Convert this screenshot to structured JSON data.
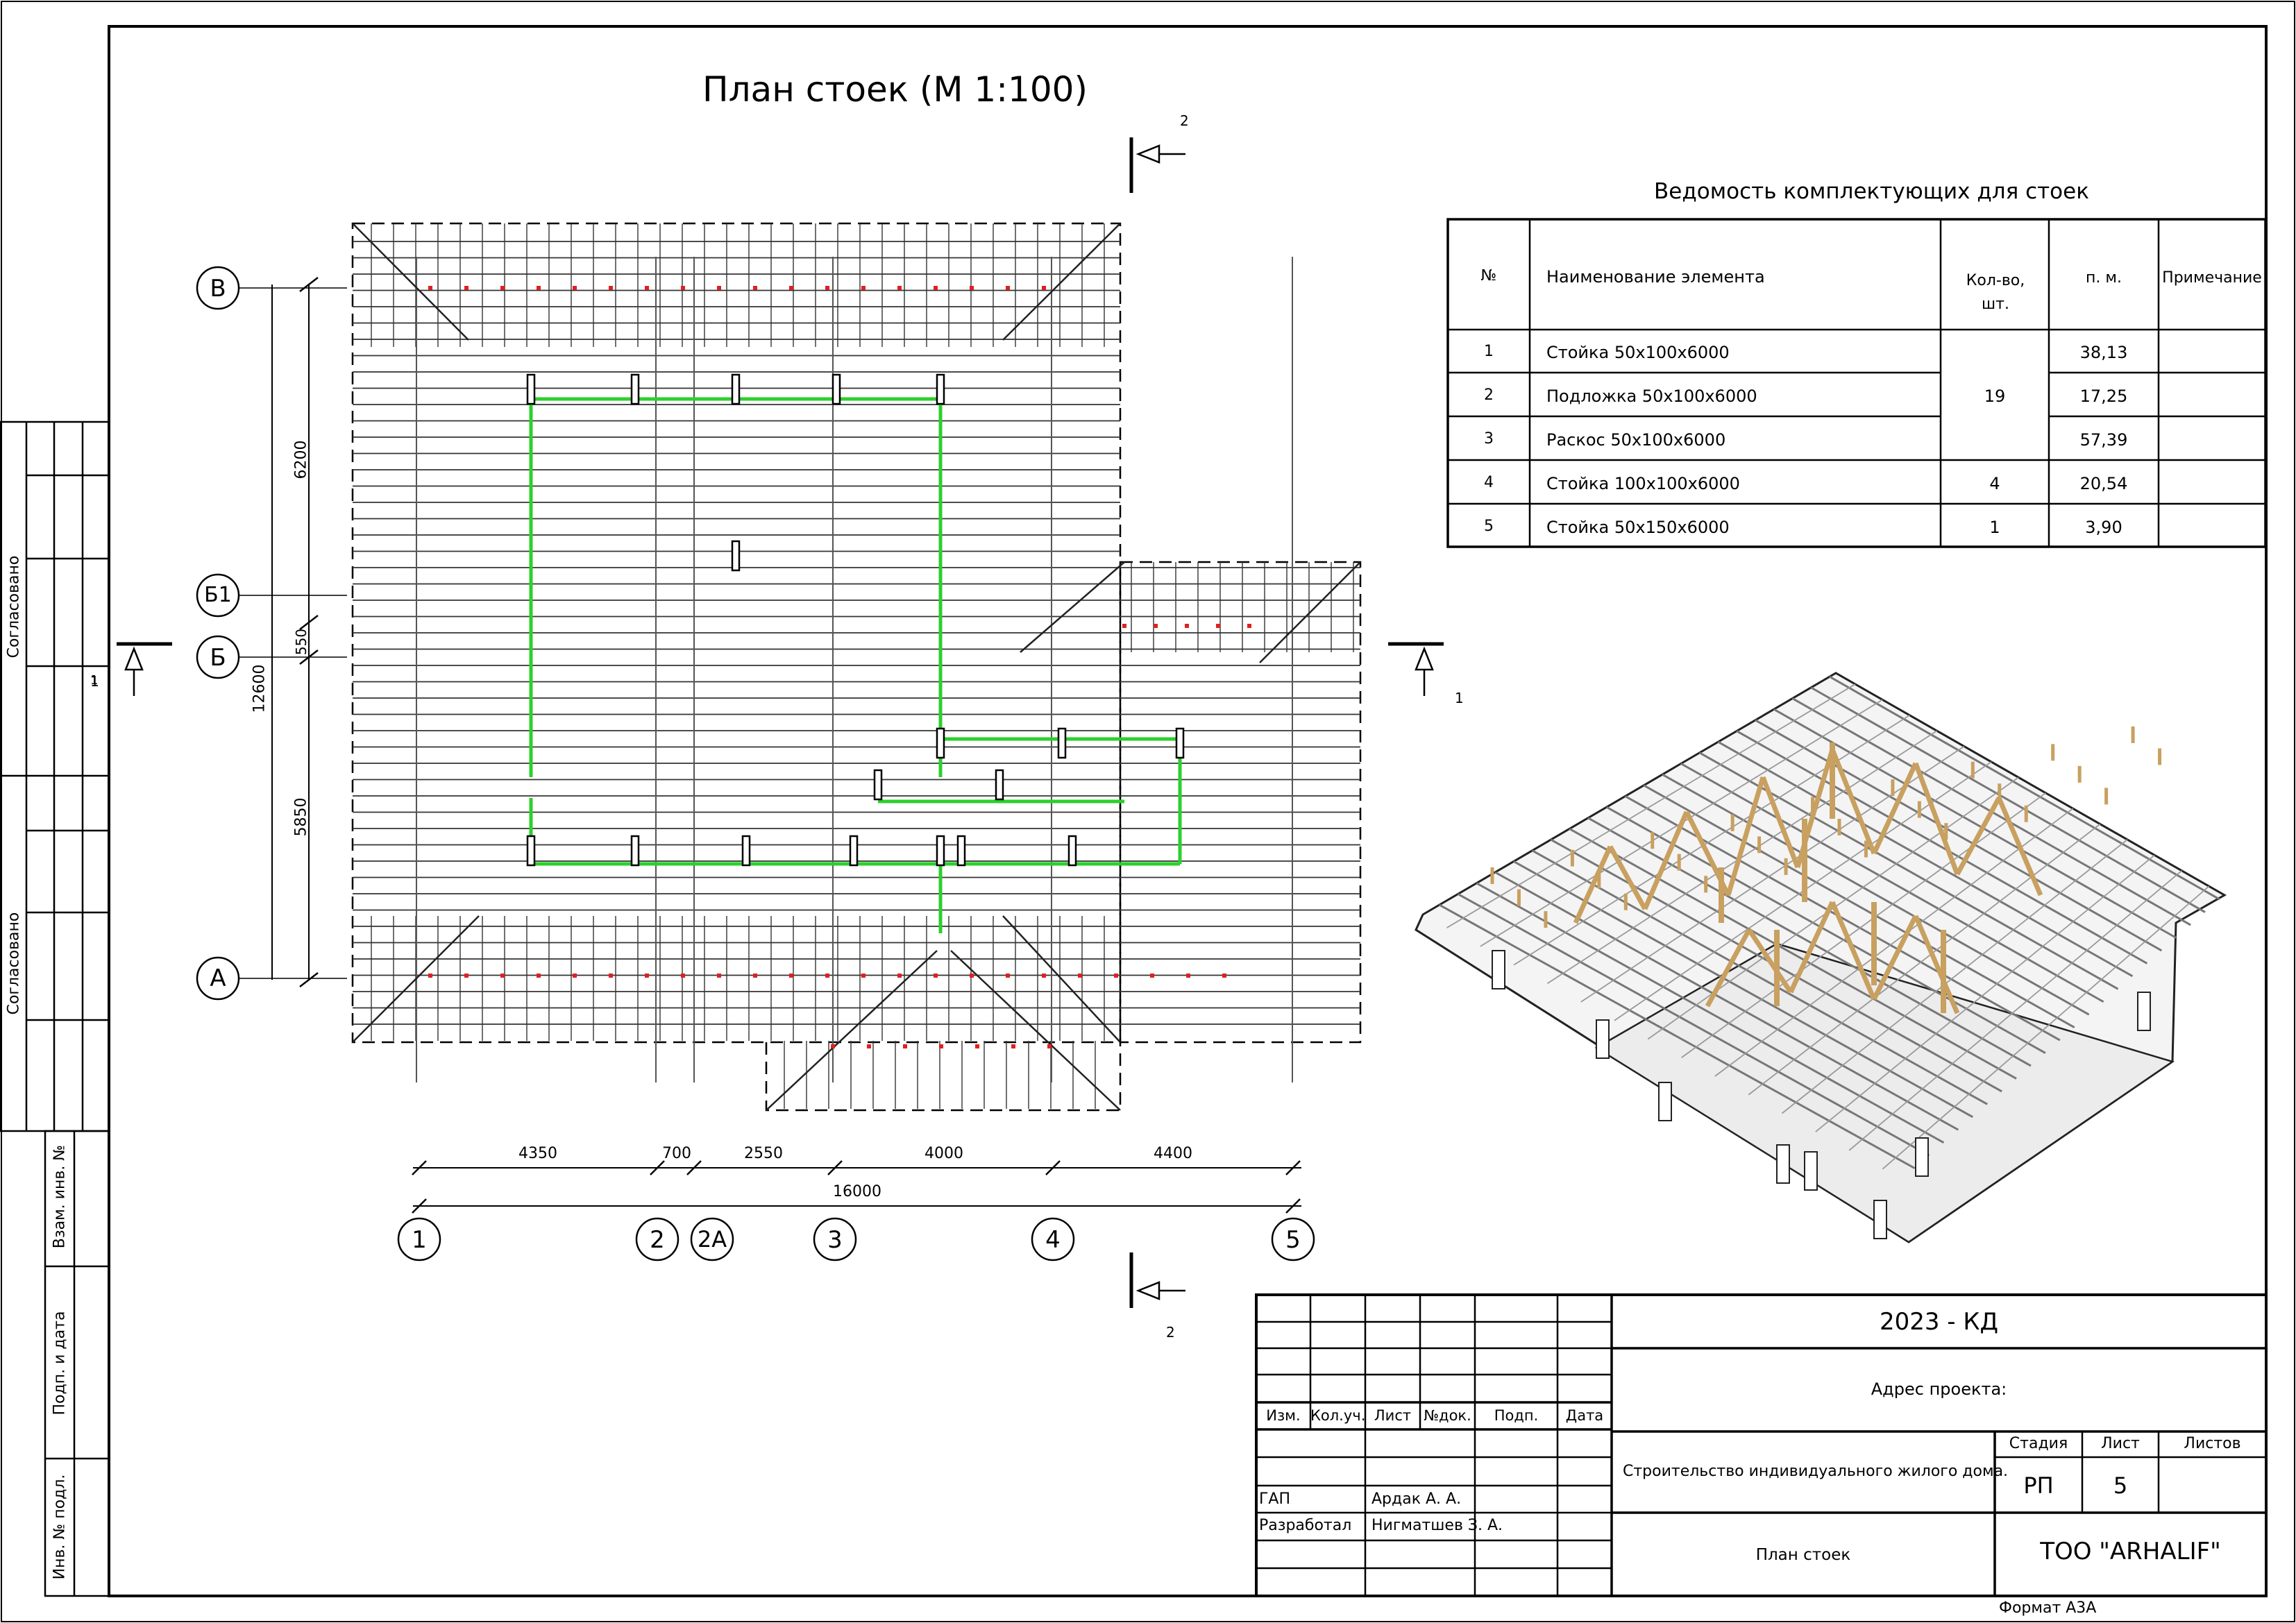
{
  "sheet": {
    "title": "План стоек (М 1:100)",
    "format": "Формат А3А"
  },
  "section_marks": {
    "top": "2",
    "bottom": "2",
    "left": "1",
    "right": "1"
  },
  "left_strip": {
    "agreed_1": "Согласовано",
    "agreed_2": "Согласовано",
    "cell_value": "1",
    "inv_swap": "Взам. инв. №",
    "sign_date": "Подп. и дата",
    "inv_orig": "Инв. № подл."
  },
  "plan": {
    "row_axes": [
      "В",
      "Б1",
      "Б",
      "А"
    ],
    "col_axes": [
      "1",
      "2",
      "2А",
      "3",
      "4",
      "5"
    ],
    "dims_vertical": [
      "6200",
      "550",
      "12600",
      "5850"
    ],
    "dims_horizontal": [
      "4350",
      "700",
      "2550",
      "4000",
      "4400"
    ],
    "dim_total": "16000",
    "colors": {
      "posts": "#2bd02b",
      "nodes": "#e02020",
      "frame": "#333333"
    }
  },
  "table": {
    "title": "Ведомость комплектующих для стоек",
    "headers": [
      "№",
      "Наименование элемента",
      "Кол-во, шт.",
      "п. м.",
      "Примечание"
    ],
    "rows": [
      {
        "n": "1",
        "name": "Стойка 50х100х6000",
        "len": "38,13"
      },
      {
        "n": "2",
        "name": "Подложка 50х100х6000",
        "len": "17,25"
      },
      {
        "n": "3",
        "name": "Раскос 50х100х6000",
        "len": "57,39"
      },
      {
        "n": "4",
        "name": "Стойка 100х100х6000",
        "len": "20,54"
      },
      {
        "n": "5",
        "name": "Стойка 50х150х6000",
        "len": "3,90"
      }
    ],
    "qty_merged": "19",
    "qty_row4": "4",
    "qty_row5": "1"
  },
  "iso_view": {
    "colors": {
      "framing": "#777777",
      "posts": "#c8a060"
    }
  },
  "title_block": {
    "code": "2023 - КД",
    "address_label": "Адрес проекта:",
    "headers": [
      "Изм.",
      "Кол.уч.",
      "Лист",
      "№док.",
      "Подп.",
      "Дата"
    ],
    "gap_role": "ГАП",
    "gap_name": "Ардак А. А.",
    "dev_role": "Разработал",
    "dev_name": "Нигматшев З. А.",
    "project_name": "Строительство индивидуального жилого дома.",
    "stage_label": "Стадия",
    "sheet_label": "Лист",
    "sheets_label": "Листов",
    "stage_value": "РП",
    "sheet_value": "5",
    "drawing_name": "План стоек",
    "company": "ТОО \"ARHALIF\""
  }
}
